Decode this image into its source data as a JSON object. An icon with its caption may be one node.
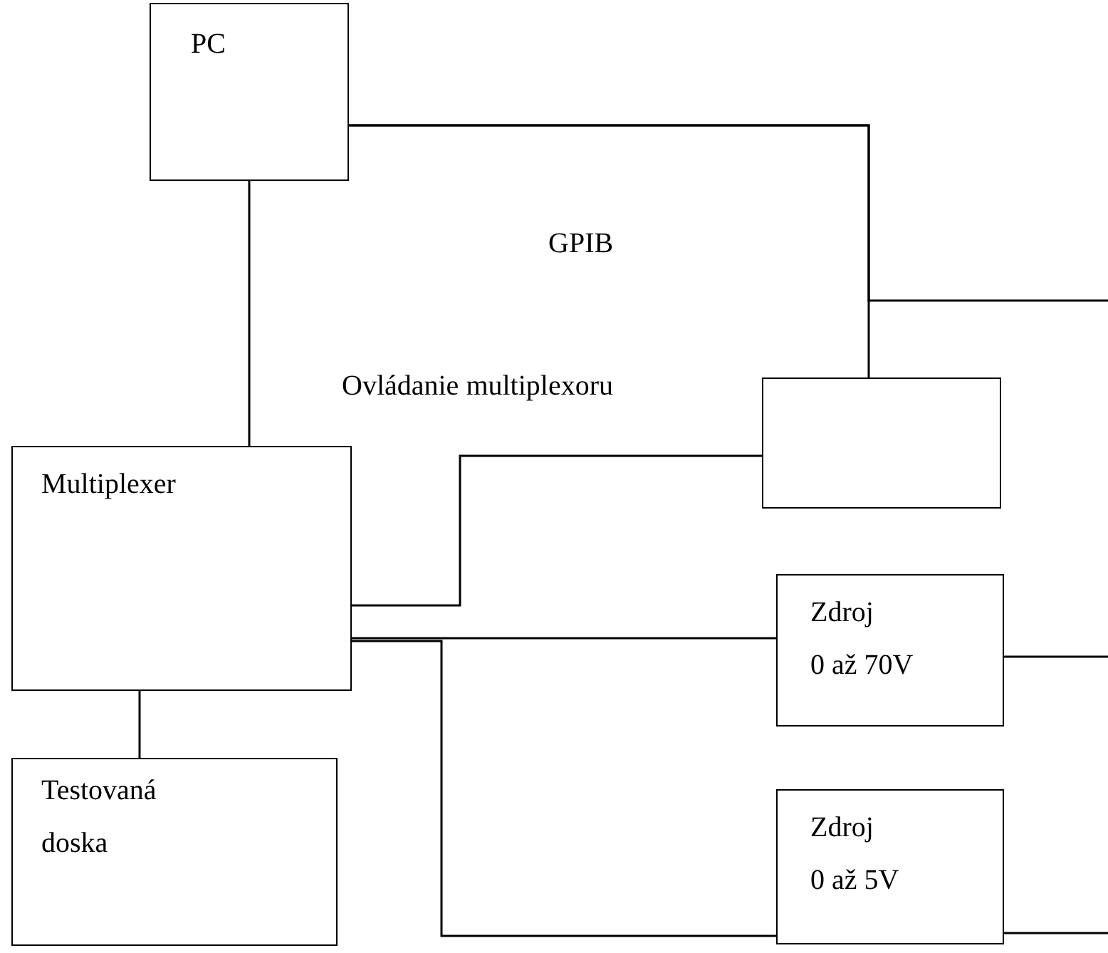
{
  "diagram": {
    "nodes": [
      {
        "text": [
          "PC"
        ]
      },
      {
        "text": [
          "Multiplexer"
        ]
      },
      {
        "text": [],
        "shape": "box"
      },
      {
        "text": [
          "Zdroj",
          "0 až 70V"
        ]
      },
      {
        "text": [
          "Zdroj",
          "0 až 5V"
        ]
      },
      {
        "text": [
          "Testovaná doska"
        ]
      }
    ],
    "edges": [
      {
        "from": 0,
        "to": 1,
        "arrow": "none"
      },
      {
        "from": 0,
        "to": 2,
        "arrow": "none"
      },
      {
        "from": 0,
        "to": null,
        "arrow": "none"
      },
      {
        "from": 1,
        "to": 2,
        "arrow": "none"
      },
      {
        "from": 1,
        "to": 3,
        "arrow": "none"
      },
      {
        "from": 1,
        "to": 4,
        "arrow": "none"
      },
      {
        "from": 1,
        "to": 5,
        "arrow": "none"
      },
      {
        "from": 3,
        "to": null,
        "arrow": "none"
      },
      {
        "from": 4,
        "to": null,
        "arrow": "none"
      }
    ],
    "labels": [
      "GPIB",
      "Ovládanie multiplexoru"
    ]
  }
}
